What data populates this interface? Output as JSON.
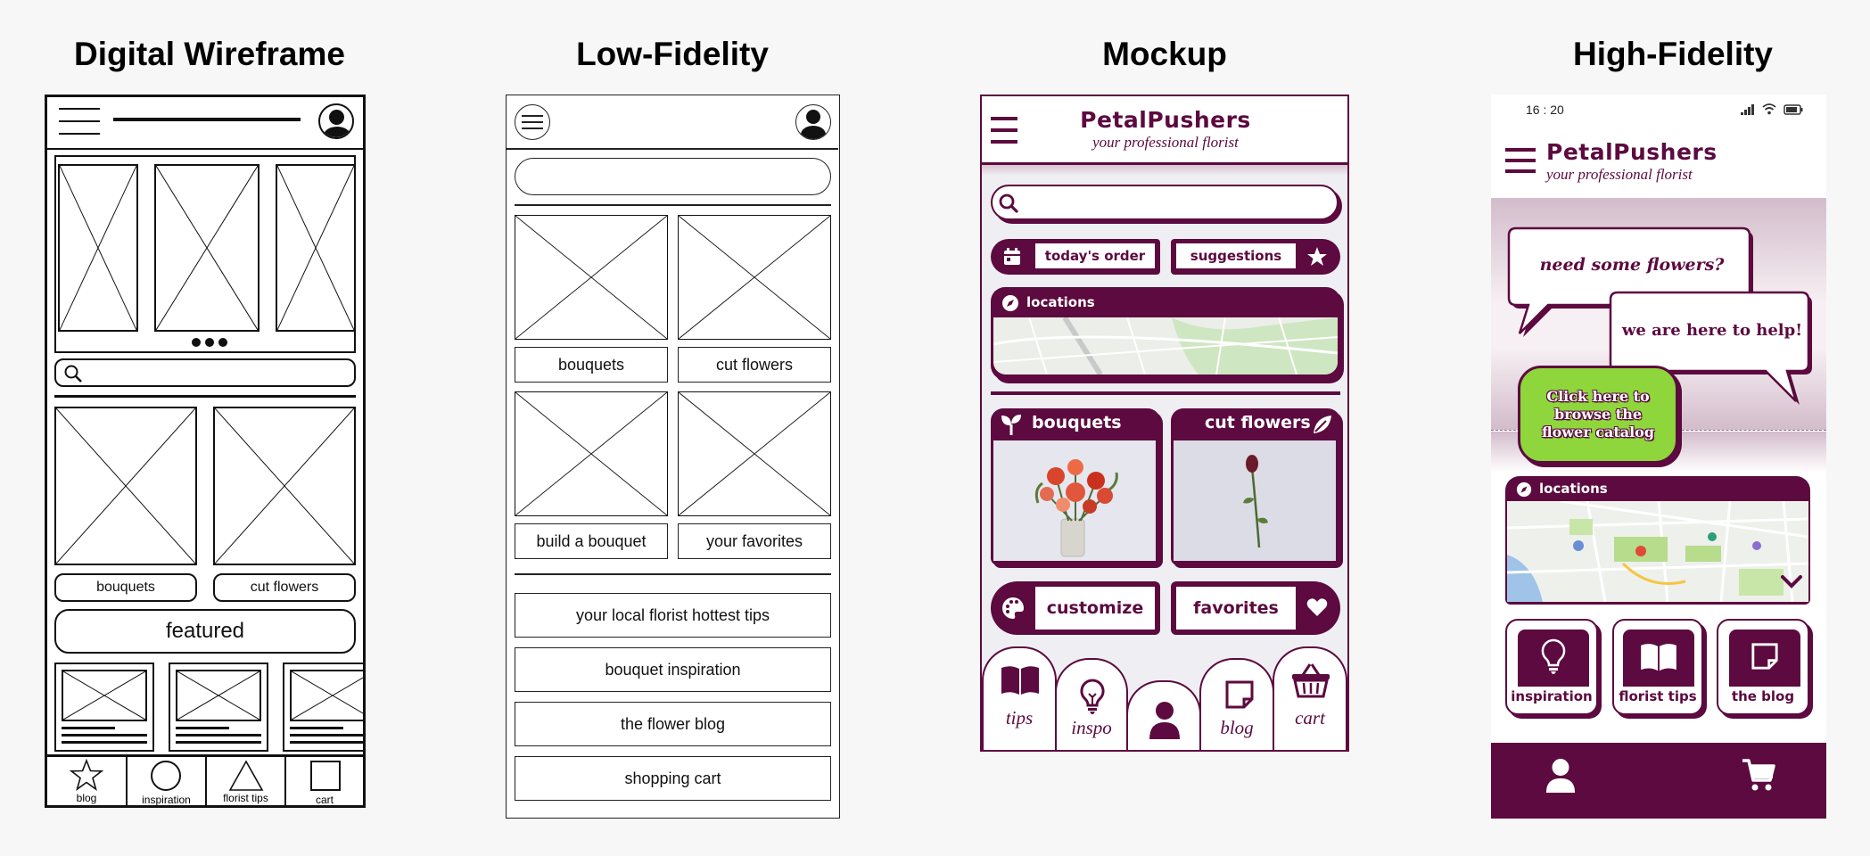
{
  "titles": {
    "wireframe": "Digital Wireframe",
    "lowfi": "Low-Fidelity",
    "mockup": "Mockup",
    "hifi": "High-Fidelity"
  },
  "colors": {
    "plum": "#5c0a3f",
    "green": "#8ed63b",
    "pink_fade": "#d9c2d1"
  },
  "wireframe": {
    "labels": [
      "bouquets",
      "cut flowers"
    ],
    "featured": "featured",
    "nav": [
      "blog",
      "inspiration",
      "florist tips",
      "cart"
    ]
  },
  "lowfi": {
    "grid_labels": [
      "bouquets",
      "cut flowers",
      "build a bouquet",
      "your favorites"
    ],
    "list": [
      "your local florist hottest tips",
      "bouquet inspiration",
      "the flower blog",
      "shopping cart"
    ]
  },
  "mockup": {
    "brand": "PetalPushers",
    "tagline": "your professional florist",
    "btn_today": "today's order",
    "btn_suggestions": "suggestions",
    "locations": "locations",
    "cards": [
      "bouquets",
      "cut flowers"
    ],
    "btn_customize": "customize",
    "btn_favorites": "favorites",
    "tabs": [
      "tips",
      "inspo",
      "blog",
      "cart"
    ]
  },
  "hifi": {
    "time": "16 : 20",
    "brand": "PetalPushers",
    "tagline": "your professional florist",
    "bubble1": "need some flowers?",
    "bubble2": "we are here to help!",
    "cta": "Click here to browse the flower catalog",
    "locations": "locations",
    "cards": [
      "inspiration",
      "florist tips",
      "the blog"
    ]
  }
}
